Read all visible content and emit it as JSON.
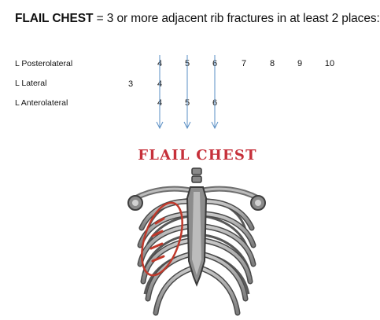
{
  "heading": {
    "term": "FLAIL CHEST",
    "definition": " = 3 or more adjacent rib fractures in at least 2 places:"
  },
  "rows": [
    {
      "label": "L Posterolateral",
      "numbers": [
        "4",
        "5",
        "6",
        "7",
        "8",
        "9",
        "10"
      ]
    },
    {
      "label": "L Lateral",
      "numbers": [
        "3",
        "4"
      ]
    },
    {
      "label": "L Anterolateral",
      "numbers": [
        "4",
        "5",
        "6"
      ]
    }
  ],
  "figure": {
    "title": "FLAIL CHEST",
    "title_color": "#c6303a",
    "highlight_color": "#c0392b",
    "bone_color": "#9a9a9a",
    "arrow_color": "#5a8fc4"
  }
}
